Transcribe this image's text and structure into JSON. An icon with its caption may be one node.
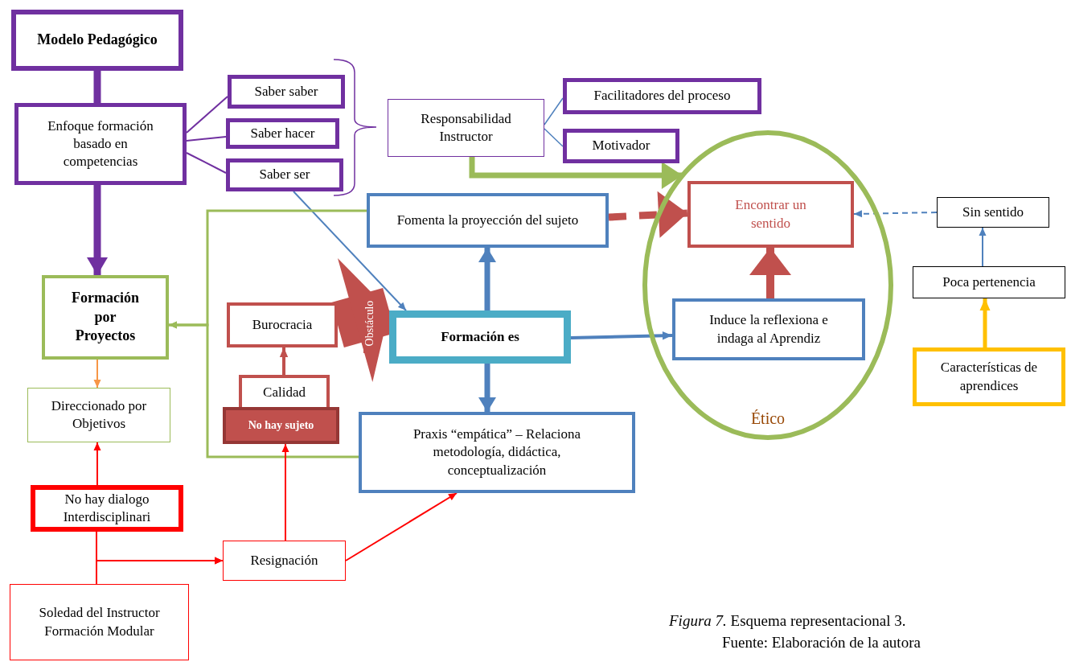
{
  "diagram": {
    "caption": "*Figura 7.* Esquema representacional 3.",
    "nodes": [
      {
        "text": [
          "Modelo Pedagógico"
        ]
      },
      {
        "text": [
          "Saber saber"
        ]
      },
      {
        "text": [
          "Saber hacer"
        ]
      },
      {
        "text": [
          "Saber ser"
        ]
      },
      {
        "text": [
          "Enfoque formación basado en competencias"
        ]
      },
      {
        "text": [
          "Responsabilidad Instructor"
        ]
      },
      {
        "text": [
          "Facilitadores del proceso"
        ]
      },
      {
        "text": [
          "Motivador"
        ]
      },
      {
        "text": [
          "Ético"
        ]
      },
      {
        "text": [
          "Encontrar un sentido"
        ],
        "in": 8
      },
      {
        "text": [
          "Sin sentido"
        ]
      },
      {
        "text": [
          "Fomenta la proyección del sujeto"
        ]
      },
      {
        "text": [
          "Poca pertenencia"
        ]
      },
      {
        "text": [
          "Formación por Proyectos"
        ]
      },
      {
        "text": [
          "Burocracia"
        ]
      },
      {
        "text": [
          "Formación es"
        ]
      },
      {
        "text": [
          "Induce la reflexiona e indaga al Aprendiz"
        ],
        "in": 8
      },
      {
        "text": [
          "Características de aprendices"
        ]
      },
      {
        "text": [
          "Calidad"
        ]
      },
      {
        "text": [
          "Direccionado por Objetivos"
        ]
      },
      {
        "text": [
          "No hay sujeto"
        ]
      },
      {
        "text": [
          "Praxis “empática” – Relaciona metodología, didáctica, conceptualización"
        ]
      },
      {
        "text": [
          "No hay dialogo Interdisciplinari"
        ]
      },
      {
        "text": [
          "Resignación"
        ]
      },
      {
        "text": [
          "Soledad del Instructor Formación Modular"
        ]
      }
    ],
    "edges": [
      {
        "from": 0,
        "to": 4,
        "arrow": "none",
        "style": "thick",
        "color": "#7030a0"
      },
      {
        "from": 4,
        "to": 13,
        "arrow": "to",
        "style": "thick",
        "color": "#7030a0"
      },
      {
        "from": 4,
        "to": 1,
        "arrow": "none",
        "color": "#7030a0"
      },
      {
        "from": 4,
        "to": 2,
        "arrow": "none",
        "color": "#7030a0"
      },
      {
        "from": 4,
        "to": 3,
        "arrow": "none",
        "color": "#7030a0"
      },
      {
        "from": 5,
        "to": 6,
        "arrow": "none",
        "color": "#4f81bd"
      },
      {
        "from": 5,
        "to": 7,
        "arrow": "none",
        "color": "#4f81bd"
      },
      {
        "from": 5,
        "to": 8,
        "arrow": "to",
        "style": "thick",
        "color": "#9bbb59"
      },
      {
        "from": 3,
        "to": 15,
        "arrow": "to",
        "color": "#4f81bd"
      },
      {
        "from": 11,
        "to": 9,
        "arrow": "to",
        "style": "dashed",
        "color": "#c0504d"
      },
      {
        "from": 15,
        "to": 11,
        "arrow": "to",
        "style": "thick",
        "color": "#4f81bd"
      },
      {
        "from": 15,
        "to": 16,
        "arrow": "to",
        "style": "thick",
        "color": "#4f81bd"
      },
      {
        "from": 15,
        "to": 21,
        "arrow": "to",
        "style": "thick",
        "color": "#4f81bd"
      },
      {
        "from": 16,
        "to": 9,
        "arrow": "to",
        "style": "thick",
        "color": "#c0504d"
      },
      {
        "from": 10,
        "to": 9,
        "arrow": "to",
        "style": "dashed",
        "color": "#4f81bd"
      },
      {
        "from": 12,
        "to": 10,
        "arrow": "to",
        "color": "#4f81bd"
      },
      {
        "from": 17,
        "to": 12,
        "arrow": "to",
        "style": "thick",
        "color": "#ffc000"
      },
      {
        "from": 13,
        "to": 19,
        "arrow": "to",
        "color": "#f79646"
      },
      {
        "from": 22,
        "to": 19,
        "arrow": "to",
        "color": "#ff0000"
      },
      {
        "from": 18,
        "to": 14,
        "arrow": "to",
        "style": "thick",
        "color": "#c0504d"
      },
      {
        "from": 14,
        "to": 15,
        "arrow": "to",
        "label": "Obstáculo",
        "style": "thick",
        "color": "#c0504d"
      },
      {
        "from": 11,
        "to": 13,
        "arrow": "to",
        "color": "#9bbb59"
      },
      {
        "from": 21,
        "to": 13,
        "arrow": "to",
        "color": "#9bbb59"
      },
      {
        "from": 24,
        "to": 22,
        "arrow": "none",
        "color": "#ff0000"
      },
      {
        "from": 22,
        "to": 23,
        "arrow": "to",
        "color": "#ff0000"
      },
      {
        "from": 24,
        "to": 23,
        "arrow": "to",
        "color": "#ff0000"
      },
      {
        "from": 23,
        "to": 20,
        "arrow": "to",
        "color": "#ff0000"
      },
      {
        "from": 23,
        "to": 21,
        "arrow": "to",
        "color": "#ff0000"
      }
    ],
    "labels": [
      "Fuente: Elaboración de la autora"
    ]
  }
}
